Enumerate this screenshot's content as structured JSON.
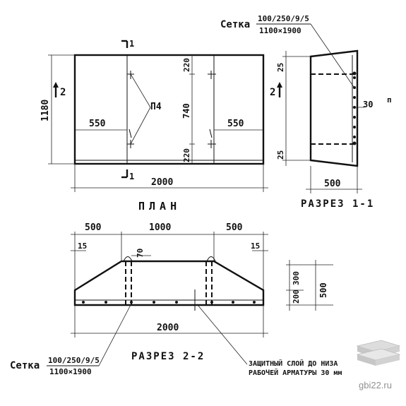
{
  "plan": {
    "label": "ПЛАН",
    "width_total": "2000",
    "left_width": "550",
    "right_width": "550",
    "height_total": "1180",
    "top_offset": "220",
    "middle": "740",
    "bottom_offset": "220",
    "loop_label": "П4",
    "section_mark_1": "1",
    "section_mark_2": "2"
  },
  "section_1_1": {
    "label": "РАЗРЕЗ 1-1",
    "top_dim": "25",
    "bottom_dim": "25",
    "cover": "30",
    "width": "500",
    "aside": "п",
    "mesh_label": "Сетка",
    "mesh_spec_top": "100/250/9/5",
    "mesh_spec_bottom": "1100×1900"
  },
  "section_2_2": {
    "label": "РАЗРЕЗ 2-2",
    "left_top": "500",
    "middle_top": "1000",
    "right_top": "500",
    "left_edge": "15",
    "right_edge": "15",
    "loop_offset": "70",
    "width_total": "2000",
    "h_200": "200",
    "h_300": "300",
    "h_500": "500",
    "mesh_label": "Сетка",
    "mesh_spec_top": "100/250/9/5",
    "mesh_spec_bottom": "1100×1900",
    "note_line1": "ЗАЩИТНЫЙ СЛОЙ ДО НИЗА",
    "note_line2": "РАБОЧЕЙ АРМАТУРЫ 30 мм"
  },
  "watermark": {
    "site": "gbi22.ru",
    "icon": "stacked-slabs-icon"
  }
}
